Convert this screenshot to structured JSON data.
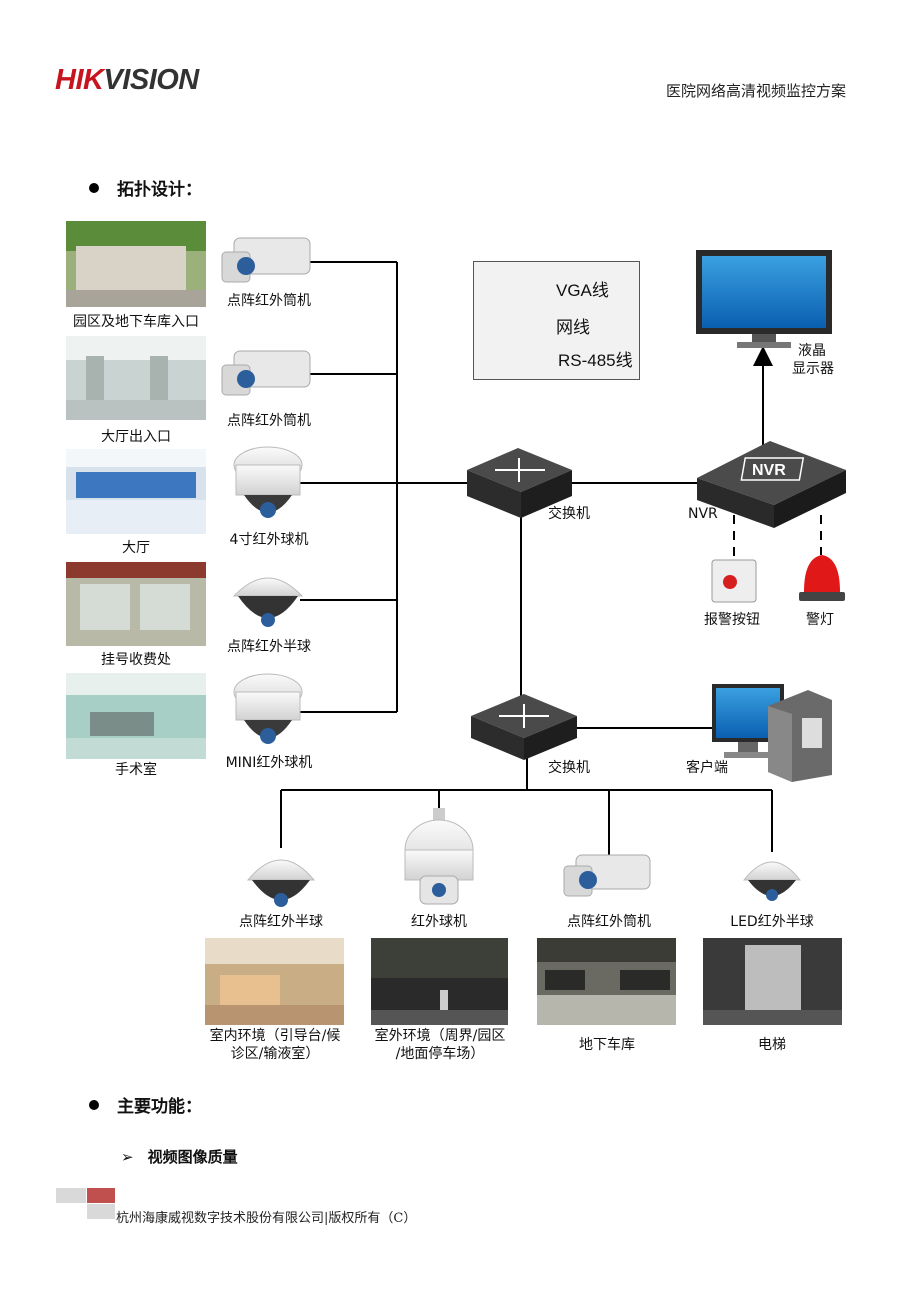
{
  "header": {
    "logo_part1": "HIK",
    "logo_part2": "VISION",
    "doc_title": "医院网络高清视频监控方案"
  },
  "section1": {
    "heading": "拓扑设计："
  },
  "legend": {
    "vga": "VGA线",
    "net": "网线",
    "rs485": "RS-485线"
  },
  "left_photos": [
    {
      "label": "园区及地下车库入口"
    },
    {
      "label": "大厅出入口"
    },
    {
      "label": "大厅"
    },
    {
      "label": "挂号收费处"
    },
    {
      "label": "手术室"
    }
  ],
  "left_cameras": [
    {
      "label": "点阵红外筒机"
    },
    {
      "label": "点阵红外筒机"
    },
    {
      "label": "4寸红外球机"
    },
    {
      "label": "点阵红外半球"
    },
    {
      "label": "MINI红外球机"
    }
  ],
  "devices": {
    "switch1": "交换机",
    "switch2": "交换机",
    "nvr_badge": "NVR",
    "nvr_label": "NVR",
    "monitor_label_1": "液晶",
    "monitor_label_2": "显示器",
    "alarm_button": "报警按钮",
    "alarm_light": "警灯",
    "client": "客户端"
  },
  "bottom_cameras": [
    {
      "label": "点阵红外半球"
    },
    {
      "label": "红外球机"
    },
    {
      "label": "点阵红外筒机"
    },
    {
      "label": "LED红外半球"
    }
  ],
  "bottom_photos": [
    {
      "label_1": "室内环境（引导台/候",
      "label_2": "诊区/输液室）"
    },
    {
      "label_1": "室外环境（周界/园区",
      "label_2": "/地面停车场）"
    },
    {
      "label_1": "地下车库",
      "label_2": ""
    },
    {
      "label_1": "电梯",
      "label_2": ""
    }
  ],
  "section2": {
    "heading": "主要功能："
  },
  "subsection": {
    "arrow": "➢",
    "heading": "视频图像质量"
  },
  "footer": {
    "copyright": "杭州海康威视数字技术股份有限公司|版权所有（C）"
  },
  "colors": {
    "brand_red": "#c8141e",
    "footer_red": "#c0504d",
    "footer_gray": "#d9d9d9"
  }
}
